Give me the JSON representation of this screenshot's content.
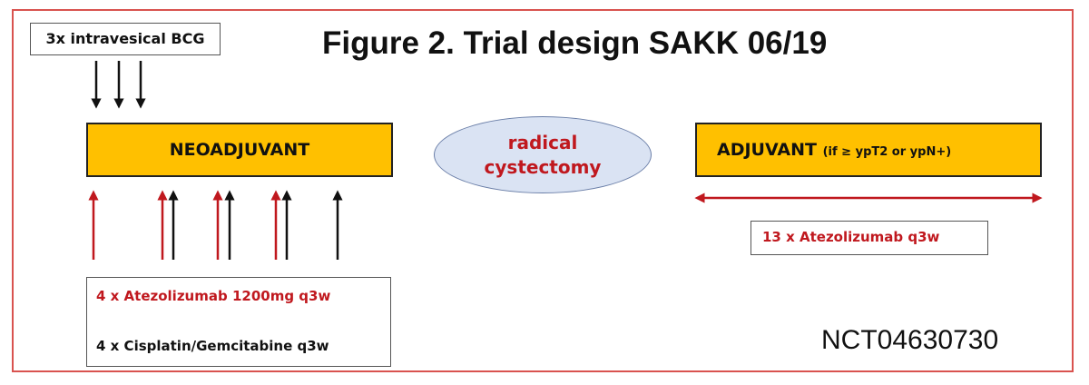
{
  "title": "Figure 2. Trial design SAKK 06/19",
  "bcg_label": "3x intravesical BCG",
  "neoadjuvant_label": "NEOADJUVANT",
  "surgery": {
    "line1": "radical",
    "line2": "cystectomy"
  },
  "adjuvant": {
    "label": "ADJUVANT",
    "condition": "(if ≥ ypT2 or ypN+)"
  },
  "adjuvant_regimen": "13 x Atezolizumab q3w",
  "neoadjuvant_regimen": {
    "atezolizumab": "4 x Atezolizumab 1200mg q3w",
    "chemo": "4 x Cisplatin/Gemcitabine q3w"
  },
  "trial_id": "NCT04630730",
  "colors": {
    "phase_box": "#ffc000",
    "atezolizumab": "#c0181e",
    "chemo": "#111111",
    "oval_fill": "#dae3f3",
    "frame": "#d9534f"
  }
}
